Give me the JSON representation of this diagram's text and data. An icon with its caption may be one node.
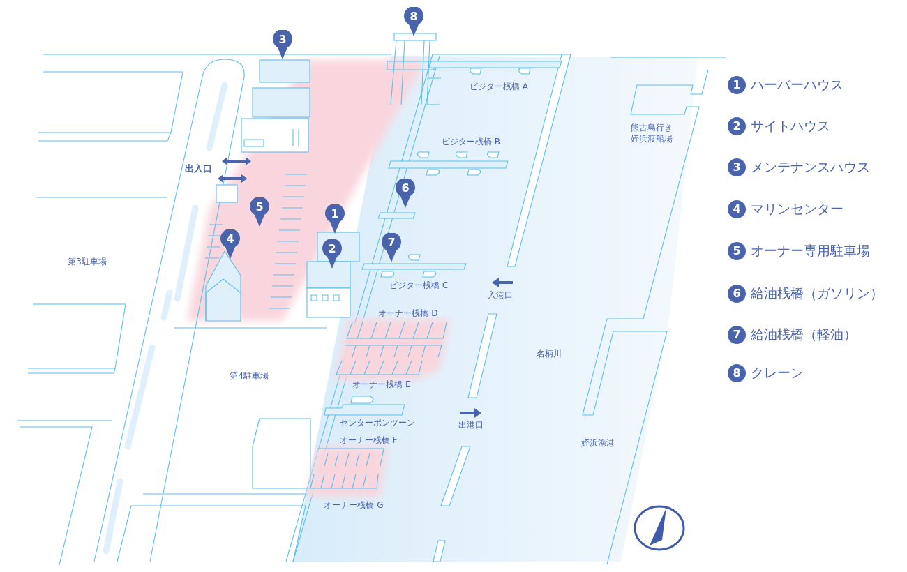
{
  "diagram": {
    "nodes": [
      {
        "text": [
          "8"
        ]
      },
      {
        "text": [
          "3"
        ]
      },
      {
        "text": [
          "6"
        ]
      },
      {
        "text": [
          "5"
        ]
      },
      {
        "text": [
          "1"
        ]
      },
      {
        "text": [
          "4"
        ]
      },
      {
        "text": [
          "7"
        ]
      },
      {
        "text": [
          "2"
        ]
      },
      {
        "text": [
          "1",
          "ハーバーハウス"
        ]
      },
      {
        "text": [
          "2",
          "サイトハウス"
        ]
      },
      {
        "text": [
          "3",
          "メンテナンスハウス"
        ]
      },
      {
        "text": [
          "4",
          "マリンセンター"
        ]
      },
      {
        "text": [
          "5",
          "オーナー専用駐車場"
        ]
      },
      {
        "text": [
          "6",
          "給油桟橋（ガソリン）"
        ]
      },
      {
        "text": [
          "7",
          "給油桟橋（軽油）"
        ]
      },
      {
        "text": [
          "8",
          "クレーン"
        ]
      }
    ],
    "labels": [
      "ビジター桟橋 A",
      "熊古島行き姪浜渡船場",
      "ビジター桟橋 B",
      "出入口",
      "第3駐車場",
      "ビジター桟橋 C",
      "入港口",
      "オーナー桟橋 D",
      "名柄川",
      "第4駐車場",
      "オーナー桟橋 E",
      "センターポンツーン",
      "出港口",
      "オーナー桟橋 F",
      "姪浜漁港",
      "オーナー桟橋 G"
    ]
  }
}
